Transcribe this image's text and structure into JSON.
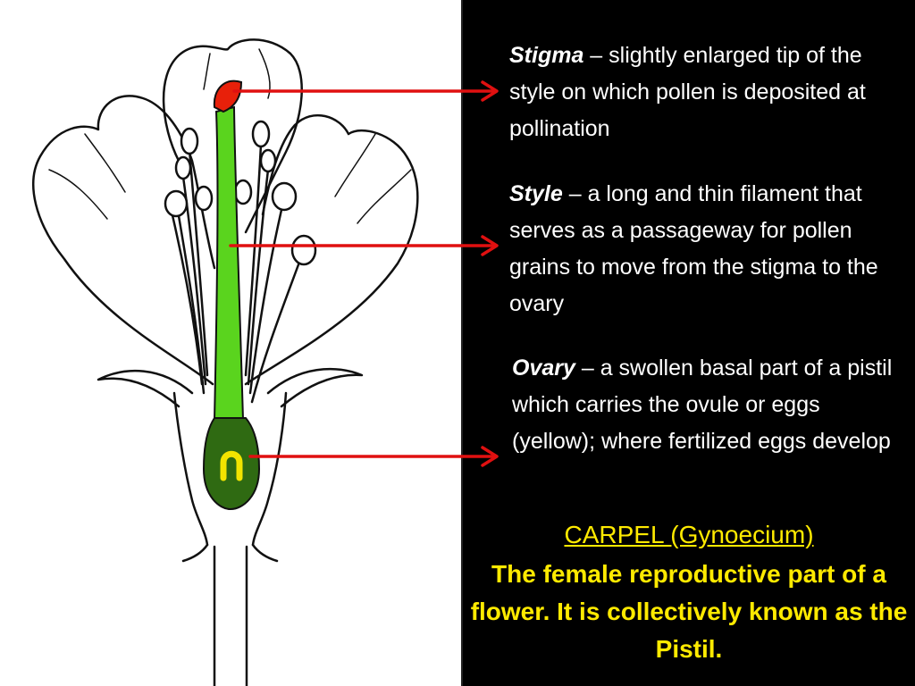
{
  "labels": {
    "stigma": {
      "term": "Stigma",
      "dash": " – ",
      "text": "slightly enlarged tip of the style on which pollen is deposited  at pollination"
    },
    "style": {
      "term": "Style",
      "dash": " – ",
      "text": "a long and thin  filament that serves as a passageway for pollen grains  to move from the stigma to the ovary"
    },
    "ovary": {
      "term": "Ovary",
      "dash": " – ",
      "text": "a swollen basal part of a pistil which carries the ovule or eggs (yellow); where fertilized eggs develop"
    }
  },
  "summary": {
    "title": "CARPEL (Gynoecium)",
    "text": "The female reproductive part of a flower.  It is collectively known as the Pistil."
  },
  "colors": {
    "stigma": "#e8200a",
    "style": "#5ad41e",
    "ovary": "#2f6a12",
    "ovule": "#f2e400",
    "arrow": "#e01010",
    "summary_text": "#ffea00"
  },
  "icons": {
    "pointer": "arrow-icon"
  }
}
